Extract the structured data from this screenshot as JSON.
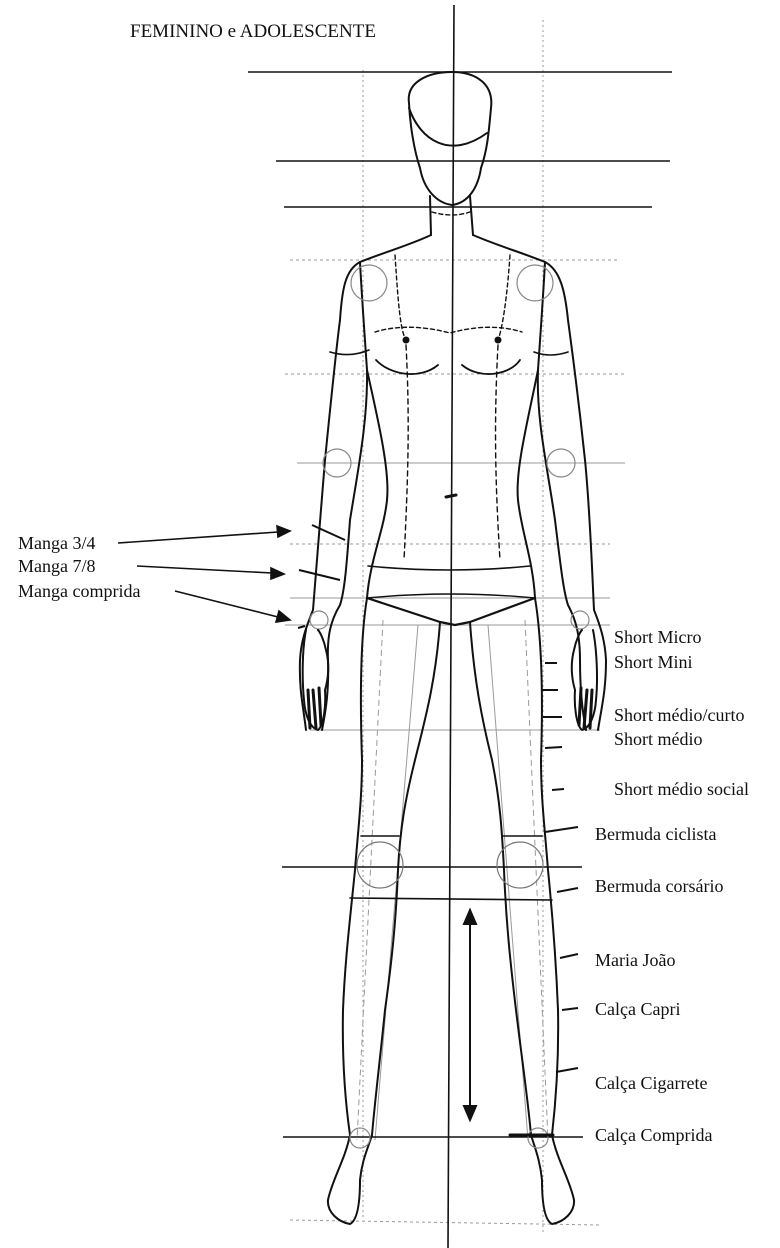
{
  "title": "FEMININO e ADOLESCENTE",
  "left_labels": [
    "Manga 3/4",
    "Manga 7/8",
    "Manga comprida"
  ],
  "right_labels": [
    "Short Micro",
    "Short Mini",
    "Short médio/curto",
    "Short médio",
    "Short médio social",
    "Bermuda ciclista",
    "Bermuda corsário",
    "Maria João",
    "Calça Capri",
    "Calça Cigarrete",
    "Calça Comprida"
  ],
  "colors": {
    "line": "#111111",
    "guide": "#9a9a9a"
  }
}
